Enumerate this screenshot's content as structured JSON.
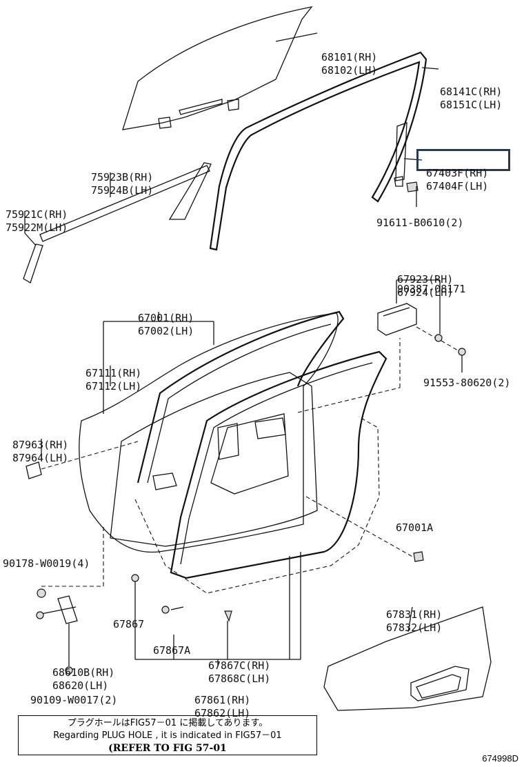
{
  "labels": {
    "glass": [
      "68101(RH)",
      "68102(LH)"
    ],
    "run_channel": [
      "68141C(RH)",
      "68151C(LH)"
    ],
    "division_bar": [
      "67403F(RH)",
      "67404F(LH)"
    ],
    "bolt_91611": "91611-B0610(2)",
    "outer_belt": [
      "75923B(RH)",
      "75924B(LH)"
    ],
    "moulding": [
      "75921C(RH)",
      "75922M(LH)"
    ],
    "handle_assy": [
      "67923(RH)",
      "67924(LH)"
    ],
    "plug_90387": "90387-08171",
    "screw_91553": "91553-80620(2)",
    "door_panel": [
      "67001(RH)",
      "67002(LH)"
    ],
    "door_frame_seal": [
      "67111(RH)",
      "67112(LH)"
    ],
    "cover": [
      "87963(RH)",
      "87964(LH)"
    ],
    "part_67001a": "67001A",
    "bolt_90178": "90178-W0019(4)",
    "check_assy": [
      "68610B(RH)",
      "68620(LH)"
    ],
    "bolt_90109": "90109-W0017(2)",
    "clip_67867": "67867",
    "clip_67867a": "67867A",
    "clip_67867c": [
      "67867C(RH)",
      "67868C(LH)"
    ],
    "weatherstrip": [
      "67861(RH)",
      "67862(LH)"
    ],
    "trim_board": [
      "67831(RH)",
      "67832(LH)"
    ]
  },
  "note": {
    "line1": "プラグホールはFIG57－01 に掲載してあります。",
    "line2": "Regarding  PLUG HOLE , it is indicated  in  FIG57－01",
    "line3": "(REFER TO FIG 57-01"
  },
  "figure_number": "674998D",
  "highlight_color": "#2a3a4e"
}
